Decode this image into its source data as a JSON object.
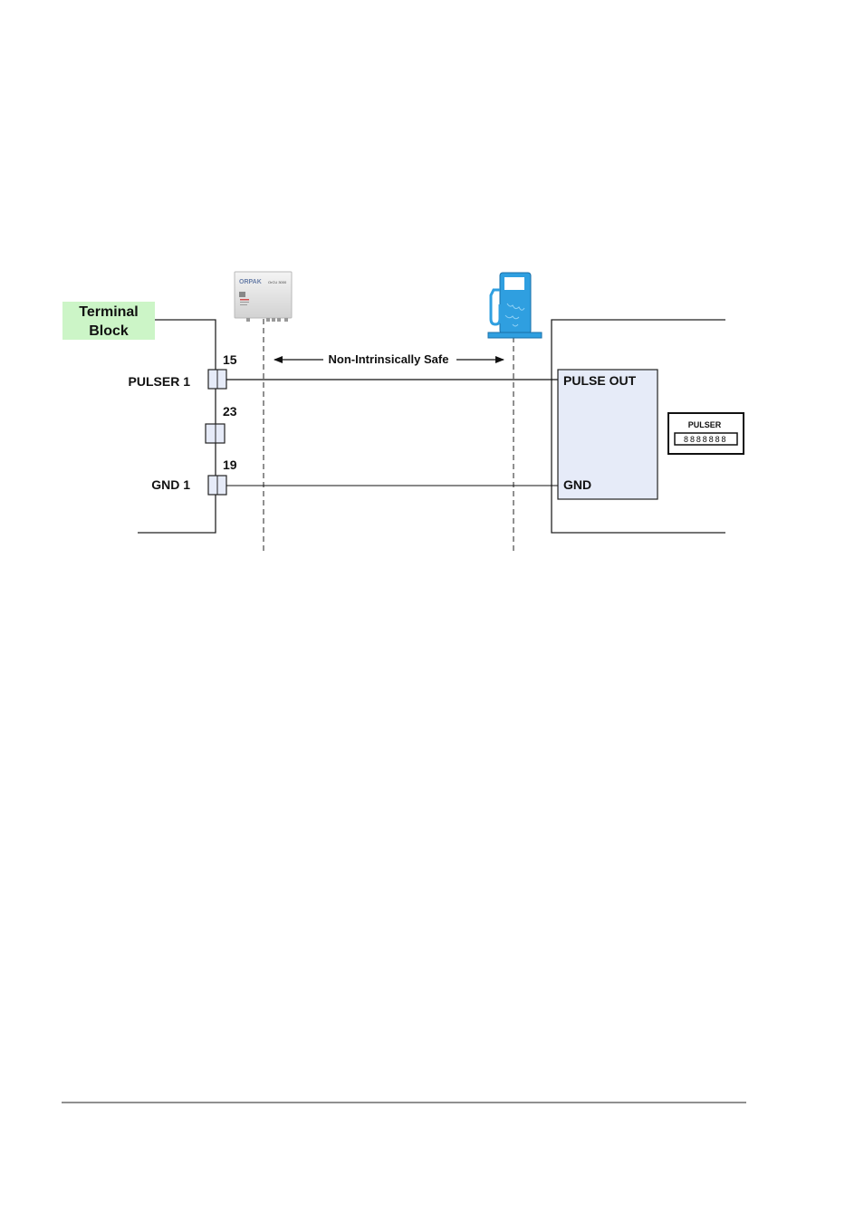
{
  "terminal_block": {
    "label_line1": "Terminal",
    "label_line2": "Block",
    "fill_color": "#ccf5c7"
  },
  "terminals": [
    {
      "number": "15",
      "signal": "PULSER 1"
    },
    {
      "number": "23",
      "signal": ""
    },
    {
      "number": "19",
      "signal": "GND 1"
    }
  ],
  "controller_icon": {
    "icon": "controller-unit-icon",
    "brand_text": "ORPAK",
    "model_text": "OrCU 3000"
  },
  "dispenser_icon": {
    "icon": "fuel-dispenser-icon",
    "color": "#2f9fe0"
  },
  "zone_label": "Non-Intrinsically Safe",
  "pulse_box": {
    "pulse_out_label": "PULSE OUT",
    "gnd_label": "GND",
    "fill_color": "#e6ebf8"
  },
  "pulser_badge": {
    "title": "PULSER",
    "digits": "8888888"
  }
}
